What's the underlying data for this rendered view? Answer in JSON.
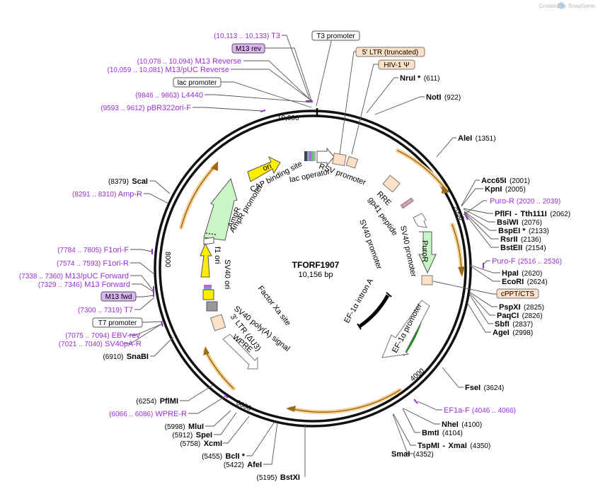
{
  "watermark": "Created by SnapGene",
  "plasmid": {
    "name": "TFORF1907",
    "size": "10,156 bp"
  },
  "ticks": {
    "t2000": "2000",
    "t4000": "4000",
    "t6000": "6000",
    "t8000": "8000",
    "t10000": "10,000"
  },
  "colors": {
    "primer": "#9a2fd6",
    "orange": "#e8a33c",
    "ori": "#ffee00",
    "ampr": "#c8f7c5",
    "ltr": "#fde0c5"
  },
  "boxed": {
    "t3_promoter": "T3 promoter",
    "m13_rev": "M13 rev",
    "ltr_trunc": "5′ LTR (truncated)",
    "hiv": "HIV-1 Ψ",
    "lac_promoter": "lac promoter",
    "t7_promoter": "T7 promoter",
    "m13_fwd": "M13 fwd",
    "cppt": "cPPT/CTS"
  },
  "enzymes": {
    "nrui": {
      "name": "NruI *",
      "pos": "(611)"
    },
    "noti": {
      "name": "NotI",
      "pos": "(922)"
    },
    "alei": {
      "name": "AleI",
      "pos": "(1351)"
    },
    "acc65i": {
      "name": "Acc65I",
      "pos": "(2001)"
    },
    "kpni": {
      "name": "KpnI",
      "pos": "(2005)"
    },
    "pflfi": {
      "name": "PflFI",
      "sep": "-",
      "name2": "Tth111I",
      "pos": "(2062)"
    },
    "bsiwi": {
      "name": "BsiWI",
      "pos": "(2076)"
    },
    "bspei": {
      "name": "BspEI *",
      "pos": "(2133)"
    },
    "rsrii": {
      "name": "RsrII",
      "pos": "(2136)"
    },
    "bsteii": {
      "name": "BstEII",
      "pos": "(2154)"
    },
    "hpai": {
      "name": "HpaI",
      "pos": "(2620)"
    },
    "ecori": {
      "name": "EcoRI",
      "pos": "(2624)"
    },
    "pspxi": {
      "name": "PspXI",
      "pos": "(2825)"
    },
    "paqci": {
      "name": "PaqCI",
      "pos": "(2826)"
    },
    "sbfi": {
      "name": "SbfI",
      "pos": "(2837)"
    },
    "agei": {
      "name": "AgeI",
      "pos": "(2998)"
    },
    "fsei": {
      "name": "FseI",
      "pos": "(3624)"
    },
    "nhei": {
      "name": "NheI",
      "pos": "(4100)"
    },
    "bmti": {
      "name": "BmtI",
      "pos": "(4104)"
    },
    "tspmi": {
      "name": "TspMI",
      "sep": "-",
      "name2": "XmaI",
      "pos": "(4350)"
    },
    "smai": {
      "name": "SmaI",
      "pos": "(4352)"
    },
    "bstxi": {
      "name": "BstXI",
      "pos": "(5195)"
    },
    "afei": {
      "name": "AfeI",
      "pos": "(5422)"
    },
    "bcli": {
      "name": "BclI *",
      "pos": "(5455)"
    },
    "xcmi": {
      "name": "XcmI",
      "pos": "(5758)"
    },
    "spei": {
      "name": "SpeI",
      "pos": "(5912)"
    },
    "mlui": {
      "name": "MluI",
      "pos": "(5998)"
    },
    "pflmi": {
      "name": "PflMI",
      "pos": "(6254)"
    },
    "snabi": {
      "name": "SnaBI",
      "pos": "(6910)"
    },
    "scai": {
      "name": "ScaI",
      "pos": "(8379)"
    }
  },
  "primers": {
    "t3": {
      "name": "T3",
      "pos": "(10,113 .. 10,133)"
    },
    "m13_reverse": {
      "name": "M13 Reverse",
      "pos": "(10,078 .. 10,094)"
    },
    "m13puc_reverse": {
      "name": "M13/pUC Reverse",
      "pos": "(10,059 .. 10,081)"
    },
    "l4440": {
      "name": "L4440",
      "pos": "(9846 .. 9863)"
    },
    "pbr322": {
      "name": "pBR322ori-F",
      "pos": "(9593 .. 9612)"
    },
    "puro_r": {
      "name": "Puro-R",
      "pos": "(2020 .. 2039)"
    },
    "puro_f": {
      "name": "Puro-F",
      "pos": "(2516 .. 2536)"
    },
    "ef1a_f": {
      "name": "EF1a-F",
      "pos": "(4046 .. 4066)"
    },
    "wpre_r": {
      "name": "WPRE-R",
      "pos": "(6066 .. 6086)"
    },
    "amp_r": {
      "name": "Amp-R",
      "pos": "(8291 .. 8310)"
    },
    "f1ori_f": {
      "name": "F1ori-F",
      "pos": "(7784 .. 7805)"
    },
    "f1ori_r": {
      "name": "F1ori-R",
      "pos": "(7574 .. 7593)"
    },
    "m13puc_forward": {
      "name": "M13/pUC Forward",
      "pos": "(7338 .. 7360)"
    },
    "m13_forward": {
      "name": "M13 Forward",
      "pos": "(7329 .. 7346)"
    },
    "t7": {
      "name": "T7",
      "pos": "(7300 .. 7319)"
    },
    "ebv_rev": {
      "name": "EBV-rev",
      "pos": "(7075 .. 7094)"
    },
    "sv40pa_r": {
      "name": "SV40pA-R",
      "pos": "(7021 .. 7040)"
    }
  },
  "features": {
    "ori": "ori",
    "ampr": "AmpR",
    "ampr_promoter": "AmpR promoter",
    "cap": "CAP binding site",
    "lac_operator": "lac operator",
    "rsv": "RSV promoter",
    "rre": "RRE",
    "gp41": "gp41 peptide",
    "sv40_promoter_r": "SV40 promoter",
    "puror": "PuroR",
    "sv40_promoter_c": "SV40 promoter",
    "ef1a_intron": "EF-1α intron A",
    "ef1a_promoter": "EF-1α promoter",
    "factor_xa": "Factor Xa site",
    "sv40_polya": "SV40 poly(A) signal",
    "ltr3": "3′ LTR (ΔU3)",
    "wpre": "WPRE",
    "sv40_ori": "SV40 ori",
    "f1_ori": "f1 ori"
  }
}
